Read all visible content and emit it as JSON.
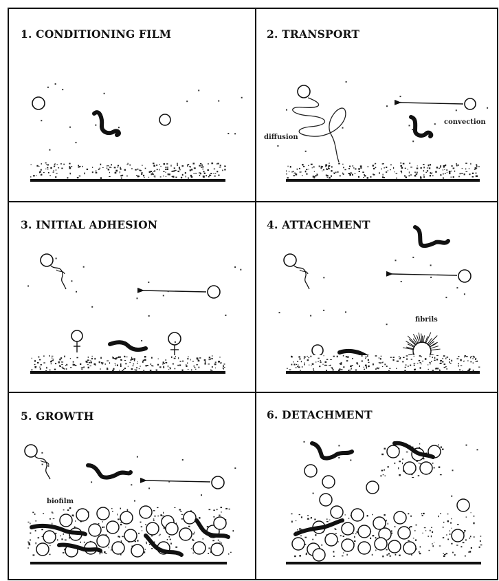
{
  "panels": [
    {
      "title": "1. CONDITIONING FILM",
      "labels": []
    },
    {
      "title": "2. TRANSPORT",
      "labels": [
        "diffusion",
        "convection"
      ]
    },
    {
      "title": "3. INITIAL ADHESION",
      "labels": []
    },
    {
      "title": "4. ATTACHMENT",
      "labels": [
        "fibrils"
      ]
    },
    {
      "title": "5. GROWTH",
      "labels": [
        "biofilm"
      ]
    },
    {
      "title": "6. DETACHMENT",
      "labels": []
    }
  ]
}
